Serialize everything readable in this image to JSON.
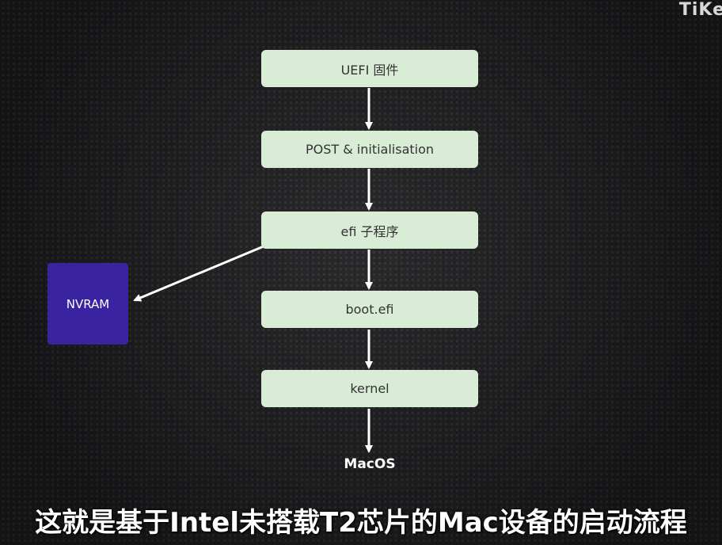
{
  "watermark": "TiKe",
  "flow": {
    "steps": [
      {
        "label": "UEFI 固件"
      },
      {
        "label": "POST & initialisation"
      },
      {
        "label": "efi 子程序"
      },
      {
        "label": "boot.efi"
      },
      {
        "label": "kernel"
      }
    ],
    "final": "MacOS",
    "side_node": "NVRAM"
  },
  "subtitle": "这就是基于Intel未搭载T2芯片的Mac设备的启动流程",
  "colors": {
    "step_fill": "#d9ecd6",
    "side_fill": "#3a23a0",
    "arrow": "#ffffff",
    "background": "#1e1e20"
  }
}
